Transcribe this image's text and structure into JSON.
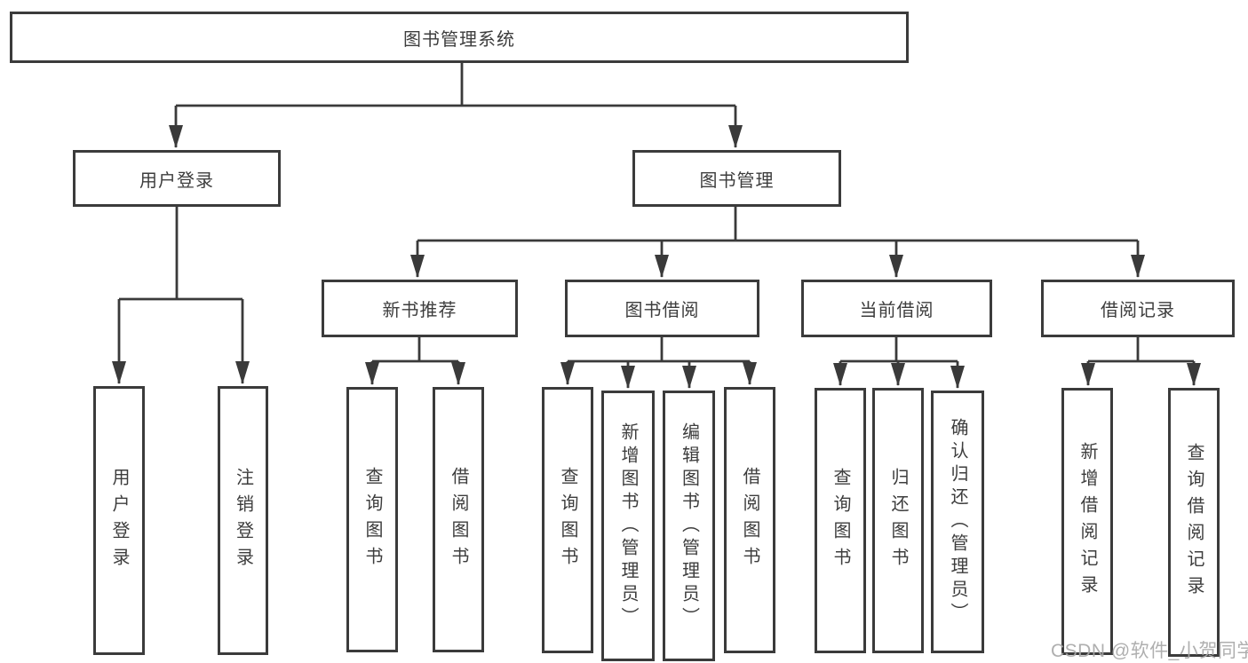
{
  "tree": {
    "root": "图书管理系统",
    "branches": [
      {
        "label": "用户登录",
        "children": [
          "用户登录",
          "注销登录"
        ]
      },
      {
        "label": "图书管理",
        "sections": [
          {
            "label": "新书推荐",
            "children": [
              "查询图书",
              "借阅图书"
            ]
          },
          {
            "label": "图书借阅",
            "children": [
              "查询图书",
              "新增图书（管理员）",
              "编辑图书（管理员）",
              "借阅图书"
            ]
          },
          {
            "label": "当前借阅",
            "children": [
              "查询图书",
              "归还图书",
              "确认归还（管理员）"
            ]
          },
          {
            "label": "借阅记录",
            "children": [
              "新增借阅记录",
              "查询借阅记录"
            ]
          }
        ]
      }
    ]
  },
  "watermark": {
    "text": "CSDN @软件_小贺同学"
  },
  "colors": {
    "line": "#3a3a3a",
    "border": "#3b3b3b",
    "text": "#3d3d3d",
    "watermark": "#a8a8a8"
  }
}
